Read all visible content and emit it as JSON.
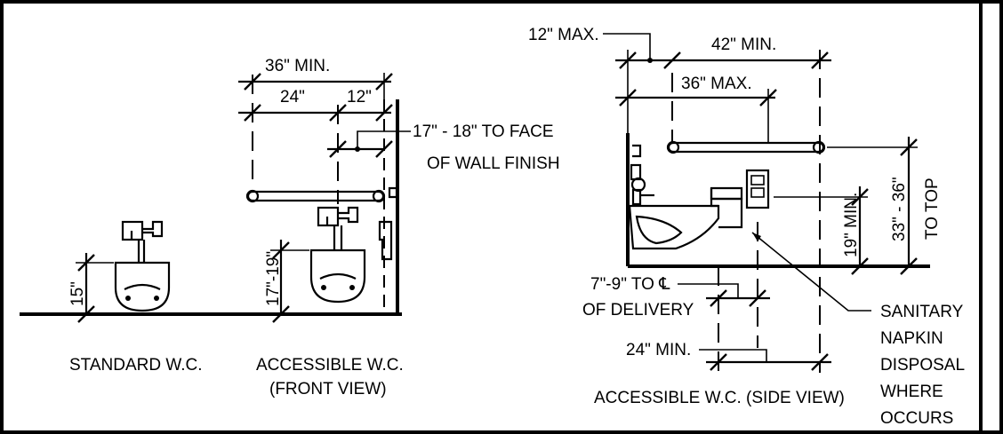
{
  "labels": {
    "std_15": "15\"",
    "std_caption": "STANDARD W.C.",
    "front_36min": "36\" MIN.",
    "front_24": "24\"",
    "front_12": "12\"",
    "front_face_line1": "17\" - 18\" TO FACE",
    "front_face_line2": "OF WALL FINISH",
    "front_17_19": "17\"-19\"",
    "front_caption_line1": "ACCESSIBLE W.C.",
    "front_caption_line2": "(FRONT VIEW)",
    "side_12max": "12\" MAX.",
    "side_42min": "42\" MIN.",
    "side_36max": "36\" MAX.",
    "side_33_36": "33\" - 36\"",
    "side_to_top": "TO TOP",
    "side_19min": "19\" MIN.",
    "side_delivery_line1": "7\"-9\" TO ℄",
    "side_delivery_line2": "OF DELIVERY",
    "side_24min": "24\" MIN.",
    "side_caption": "ACCESSIBLE W.C. (SIDE VIEW)",
    "napkin_line1": "SANITARY",
    "napkin_line2": "NAPKIN",
    "napkin_line3": "DISPOSAL",
    "napkin_line4": "WHERE",
    "napkin_line5": "OCCURS"
  },
  "colors": {
    "ink": "#000000",
    "paper": "#ffffff"
  }
}
